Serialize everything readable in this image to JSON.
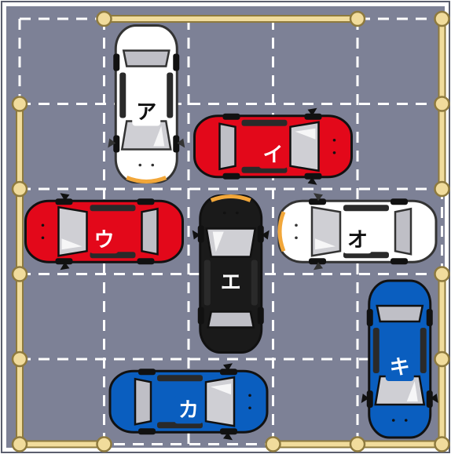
{
  "puzzle": {
    "grid": {
      "columns": 5,
      "rows": 5
    },
    "colors": {
      "lot": "#7d8196",
      "grid_line": "#ffffff",
      "fence": "#f1dc9c",
      "fence_outline": "#8e7a3e",
      "red": "#e3081a",
      "white": "#ffffff",
      "black": "#1a1a1a",
      "blue": "#0a5ebf",
      "label_bg_dark": "#1a1a1a"
    },
    "cars": [
      {
        "id": "car-a",
        "label": "ア",
        "color": "white",
        "direction": "down",
        "col": 1,
        "row": 0,
        "length": 2
      },
      {
        "id": "car-i",
        "label": "イ",
        "color": "red",
        "direction": "right",
        "col": 2,
        "row": 1,
        "length": 2
      },
      {
        "id": "car-u",
        "label": "ウ",
        "color": "red",
        "direction": "left",
        "col": 0,
        "row": 2,
        "length": 2
      },
      {
        "id": "car-e",
        "label": "エ",
        "color": "black",
        "direction": "up",
        "col": 2,
        "row": 2,
        "length": 2
      },
      {
        "id": "car-o",
        "label": "オ",
        "color": "white",
        "direction": "left",
        "col": 3,
        "row": 2,
        "length": 2
      },
      {
        "id": "car-ka",
        "label": "カ",
        "color": "blue",
        "direction": "right",
        "col": 1,
        "row": 4,
        "length": 2
      },
      {
        "id": "car-ki",
        "label": "キ",
        "color": "blue",
        "direction": "down",
        "col": 4,
        "row": 3,
        "length": 2
      }
    ],
    "exit": {
      "side": "top-left"
    }
  }
}
